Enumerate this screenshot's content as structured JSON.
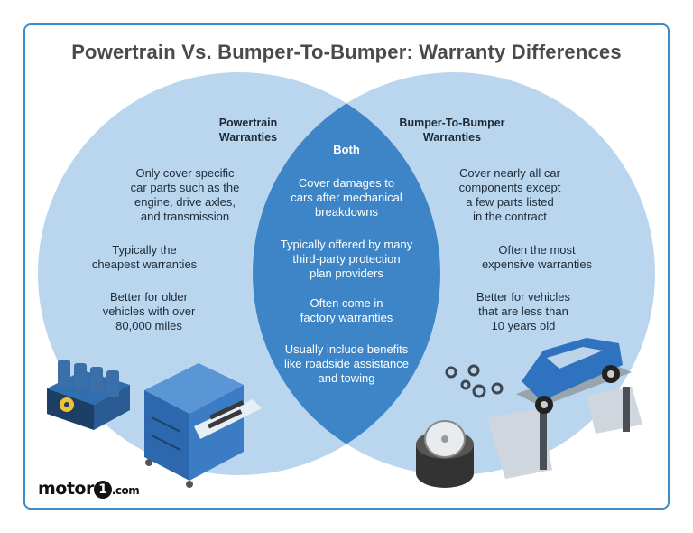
{
  "title": "Powertrain Vs. Bumper-To-Bumper: Warranty Differences",
  "colors": {
    "left_circle": "#b9d6ee",
    "right_circle": "#b9d6ee",
    "overlap": "#3d85c6",
    "frame": "#3d8cc9"
  },
  "left": {
    "heading": "Powertrain Warranties",
    "heading_line1": "Powertrain",
    "heading_line2": "Warranties",
    "items": [
      [
        "Only cover specific",
        "car parts such as the",
        "engine, drive axles,",
        "and transmission"
      ],
      [
        "Typically the",
        "cheapest warranties"
      ],
      [
        "Better for older",
        "vehicles with over",
        "80,000 miles"
      ]
    ]
  },
  "both": {
    "heading": "Both",
    "items": [
      [
        "Cover damages to",
        "cars after mechanical",
        "breakdowns"
      ],
      [
        "Typically offered by many",
        "third-party protection",
        "plan providers"
      ],
      [
        "Often come in",
        "factory warranties"
      ],
      [
        "Usually include benefits",
        "like roadside assistance",
        "and towing"
      ]
    ]
  },
  "right": {
    "heading_line1": "Bumper-To-Bumper",
    "heading_line2": "Warranties",
    "items": [
      [
        "Cover nearly all car",
        "components except",
        "a few parts listed",
        "in the contract"
      ],
      [
        "Often the most",
        "expensive warranties"
      ],
      [
        "Better for vehicles",
        "that are less than",
        "10 years old"
      ]
    ]
  },
  "logo": {
    "part1": "motor",
    "part2": "1",
    "part3": ".com"
  },
  "icons": [
    "engine-icon",
    "tool-chest-icon",
    "gears-icon",
    "tire-icon",
    "car-on-lift-icon"
  ]
}
